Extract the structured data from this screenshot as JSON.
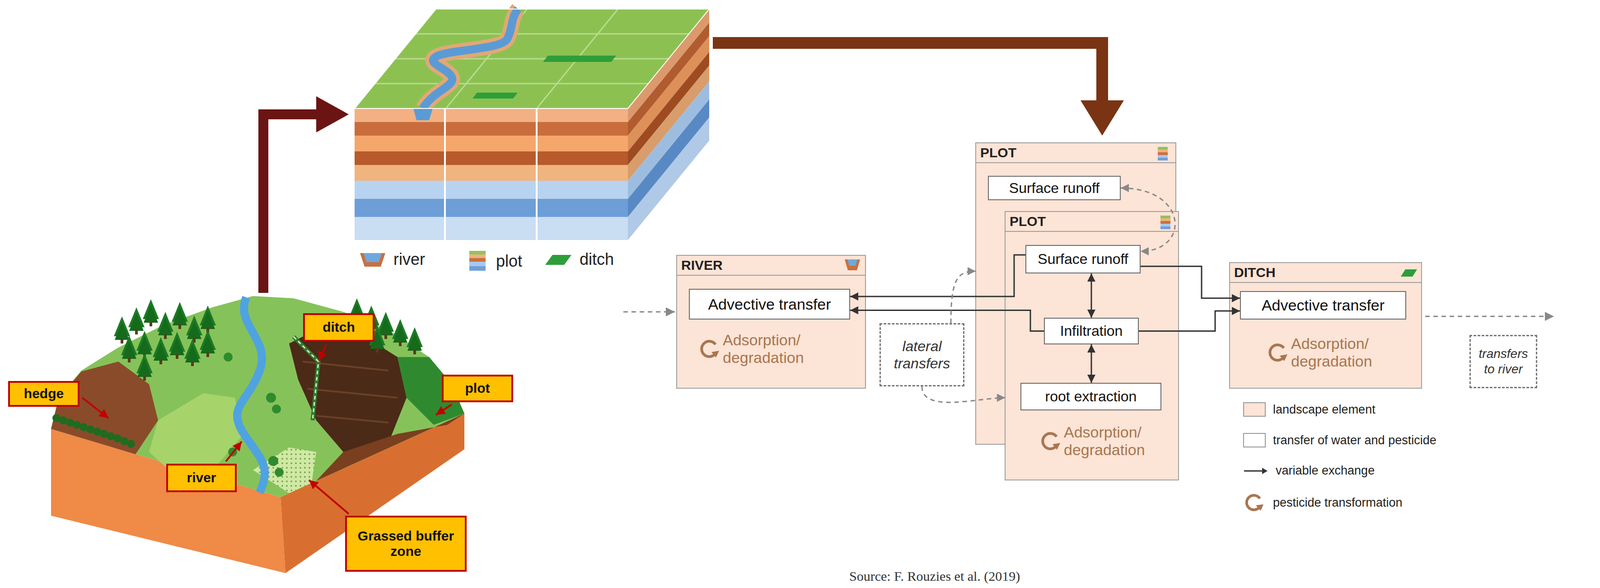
{
  "diagram": {
    "caption": "Source: F. Rouzies et al. (2019)",
    "nodes": [
      {
        "text": [
          "hedge"
        ]
      },
      {
        "text": [
          "ditch"
        ]
      },
      {
        "text": [
          "plot"
        ]
      },
      {
        "text": [
          "river"
        ]
      },
      {
        "text": [
          "Grassed buffer zone"
        ]
      },
      {
        "text": [
          "RIVER",
          "Adsorption/ degradation"
        ]
      },
      {
        "text": [
          "Advective transfer"
        ],
        "in": 5
      },
      {
        "text": [
          "PLOT"
        ]
      },
      {
        "text": [
          "Surface runoff"
        ],
        "in": 7
      },
      {
        "text": [
          "PLOT",
          "Adsorption/ degradation"
        ]
      },
      {
        "text": [
          "Surface runoff"
        ],
        "in": 9
      },
      {
        "text": [
          "Infiltration"
        ],
        "in": 9
      },
      {
        "text": [
          "root extraction"
        ],
        "in": 9
      },
      {
        "text": [
          "lateral transfers"
        ]
      },
      {
        "text": [
          "DITCH",
          "Adsorption/ degradation"
        ]
      },
      {
        "text": [
          "Advective transfer"
        ],
        "in": 14
      },
      {
        "text": [
          "transfers to river"
        ]
      }
    ],
    "edges": [
      {
        "from": 10,
        "to": 6,
        "arrow": "to"
      },
      {
        "from": 11,
        "to": 6,
        "arrow": "to"
      },
      {
        "from": 10,
        "to": 15,
        "arrow": "to"
      },
      {
        "from": 11,
        "to": 15,
        "arrow": "to"
      },
      {
        "from": 10,
        "to": 11,
        "arrow": "both"
      },
      {
        "from": 11,
        "to": 12,
        "arrow": "both"
      },
      {
        "from": 13,
        "to": 7,
        "arrow": "to"
      },
      {
        "from": 13,
        "to": 9,
        "arrow": "to"
      },
      {
        "from": 8,
        "to": 10,
        "arrow": "both"
      }
    ],
    "legend": [
      {
        "text": "river"
      },
      {
        "text": "plot"
      },
      {
        "text": "ditch"
      },
      {
        "text": "landscape element",
        "color": "#fce4d6"
      },
      {
        "text": "transfer of water and pesticide",
        "color": "#ffffff"
      },
      {
        "text": "variable exchange"
      },
      {
        "text": "pesticide transformation"
      }
    ]
  }
}
